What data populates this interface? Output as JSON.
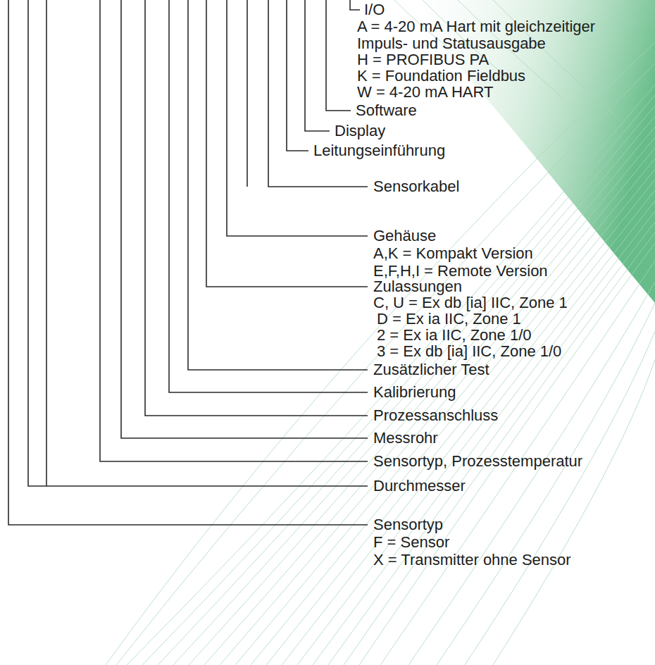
{
  "diagram": {
    "labels": [
      "I/O",
      "A = 4-20 mA Hart mit gleichzeitiger Impuls- und Statusausgabe",
      "H = PROFIBUS PA",
      "K = Foundation Fieldbus",
      "W = 4-20 mA HART",
      "Software",
      "Display",
      "Leitungseinführung",
      "Sensorkabel",
      "Gehäuse",
      "A,K = Kompakt Version",
      "E,F,H,I = Remote Version",
      "Zulassungen",
      "C, U = Ex db [ia] IIC, Zone 1",
      "D = Ex ia IIC, Zone 1",
      "2 = Ex ia IIC, Zone 1/0",
      "3 = Ex db [ia] IIC, Zone 1/0",
      "Zusätzlicher Test",
      "Kalibrierung",
      "Prozessanschluss",
      "Messrohr",
      "Sensortyp, Prozesstemperatur",
      "Durchmesser",
      "Sensortyp",
      "F = Sensor",
      "X = Transmitter ohne Sensor"
    ]
  }
}
